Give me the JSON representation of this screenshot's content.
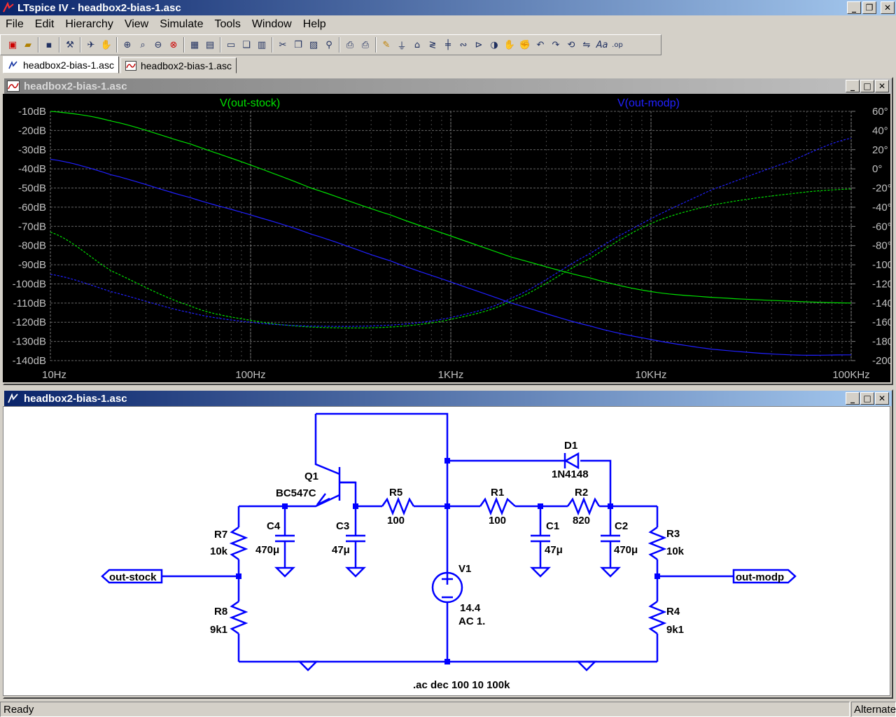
{
  "app": {
    "title": "LTspice IV - headbox2-bias-1.asc"
  },
  "menu": [
    "File",
    "Edit",
    "Hierarchy",
    "View",
    "Simulate",
    "Tools",
    "Window",
    "Help"
  ],
  "tabs": [
    {
      "label": "headbox2-bias-1.asc",
      "icon": "schematic-icon",
      "active": true
    },
    {
      "label": "headbox2-bias-1.asc",
      "icon": "waveform-icon",
      "active": false
    }
  ],
  "plot_window": {
    "title": "headbox2-bias-1.asc"
  },
  "schematic_window": {
    "title": "headbox2-bias-1.asc"
  },
  "chart_data": {
    "type": "line",
    "x_scale": "log",
    "xlim": [
      10,
      100000
    ],
    "x_ticks": [
      {
        "value": 10,
        "label": "10Hz"
      },
      {
        "value": 100,
        "label": "100Hz"
      },
      {
        "value": 1000,
        "label": "1KHz"
      },
      {
        "value": 10000,
        "label": "10KHz"
      },
      {
        "value": 100000,
        "label": "100KHz"
      }
    ],
    "ylim_left": [
      -140,
      -10
    ],
    "y_ticks_left": [
      "-10dB",
      "-20dB",
      "-30dB",
      "-40dB",
      "-50dB",
      "-60dB",
      "-70dB",
      "-80dB",
      "-90dB",
      "-100dB",
      "-110dB",
      "-120dB",
      "-130dB",
      "-140dB"
    ],
    "ylim_right": [
      -200,
      60
    ],
    "y_ticks_right": [
      "60°",
      "40°",
      "20°",
      "0°",
      "-20°",
      "-40°",
      "-60°",
      "-80°",
      "-100°",
      "-120°",
      "-140°",
      "-160°",
      "-180°",
      "-200°"
    ],
    "grid": true,
    "series": [
      {
        "name": "V(out-stock)",
        "color": "#00e000",
        "axis": "magnitude",
        "x": [
          10,
          20,
          50,
          100,
          200,
          500,
          1000,
          2000,
          5000,
          10000,
          20000,
          50000,
          100000
        ],
        "y": [
          -10,
          -15,
          -27,
          -38,
          -50,
          -64,
          -75,
          -86,
          -97,
          -104,
          -107,
          -109,
          -110
        ]
      },
      {
        "name": "V(out-stock)",
        "color": "#00e000",
        "axis": "phase",
        "dashed": true,
        "x": [
          10,
          20,
          50,
          100,
          200,
          500,
          1000,
          2000,
          5000,
          10000,
          20000,
          50000,
          100000
        ],
        "y": [
          -66,
          -106,
          -143,
          -158,
          -165,
          -165,
          -157,
          -138,
          -93,
          -57,
          -38,
          -26,
          -21
        ]
      },
      {
        "name": "V(out-modp)",
        "color": "#2020ff",
        "axis": "magnitude",
        "x": [
          10,
          20,
          50,
          100,
          200,
          500,
          1000,
          2000,
          5000,
          10000,
          20000,
          50000,
          100000
        ],
        "y": [
          -35,
          -43,
          -55,
          -64,
          -74,
          -88,
          -99,
          -110,
          -122,
          -129,
          -134,
          -137,
          -137
        ]
      },
      {
        "name": "V(out-modp)",
        "color": "#2020ff",
        "axis": "phase",
        "dashed": true,
        "x": [
          10,
          20,
          50,
          100,
          200,
          500,
          1000,
          2000,
          5000,
          10000,
          20000,
          50000,
          100000
        ],
        "y": [
          -110,
          -128,
          -150,
          -160,
          -164,
          -163,
          -155,
          -135,
          -88,
          -52,
          -22,
          8,
          32
        ]
      }
    ]
  },
  "schematic": {
    "labels": {
      "Q1_name": "Q1",
      "Q1_value": "BC547C",
      "R5_name": "R5",
      "R5_value": "100",
      "R1_name": "R1",
      "R1_value": "100",
      "R2_name": "R2",
      "R2_value": "820",
      "D1_name": "D1",
      "D1_value": "1N4148",
      "R7_name": "R7",
      "R7_value": "10k",
      "R8_name": "R8",
      "R8_value": "9k1",
      "R3_name": "R3",
      "R3_value": "10k",
      "R4_name": "R4",
      "R4_value": "9k1",
      "C4_name": "C4",
      "C4_value": "470μ",
      "C3_name": "C3",
      "C3_value": "47μ",
      "C1_name": "C1",
      "C1_value": "47μ",
      "C2_name": "C2",
      "C2_value": "470μ",
      "V1_name": "V1",
      "V1_value": "14.4",
      "V1_ac": "AC 1.",
      "port_left": "out-stock",
      "port_right": "out-modp",
      "directive": ".ac dec 100 10 100k"
    },
    "wire_color": "#0000ff"
  },
  "status": {
    "left": "Ready",
    "right": "Alternate"
  }
}
